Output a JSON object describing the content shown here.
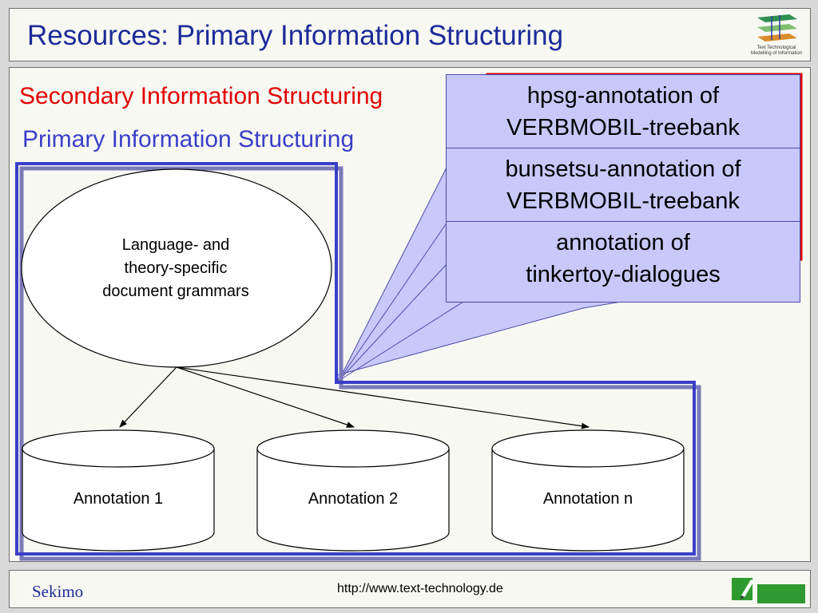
{
  "header": {
    "title": "Resources: Primary Information Structuring",
    "logo_line1": "Text Technological",
    "logo_line2": "Modelling of Information"
  },
  "labels": {
    "secondary": "Secondary Information Structuring",
    "primary": "Primary Information Structuring"
  },
  "grammar_node": {
    "line1": "Language- and",
    "line2": "theory-specific",
    "line3": "document grammars"
  },
  "annotations": [
    "Annotation 1",
    "Annotation 2",
    "Annotation n"
  ],
  "boxes": [
    {
      "line1": "hpsg-annotation of",
      "line2": "VERBMOBIL-treebank"
    },
    {
      "line1": "bunsetsu-annotation of",
      "line2": "VERBMOBIL-treebank"
    },
    {
      "line1": "annotation of",
      "line2": "tinkertoy-dialogues"
    }
  ],
  "footer": {
    "brand": "Sekimo",
    "url": "http://www.text-technology.de"
  },
  "colors": {
    "title": "#1c2b99",
    "secondary": "#e00000",
    "primary": "#3a3fc8",
    "box_fill": "#c8c8fb"
  }
}
